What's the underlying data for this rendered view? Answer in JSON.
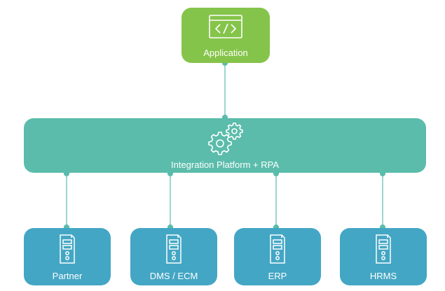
{
  "application": {
    "label": "Application",
    "icon": "code-window-icon",
    "color": "#85c44a"
  },
  "platform": {
    "label": "Integration Platform + RPA",
    "icon": "gears-icon",
    "color": "#5bbcab"
  },
  "systems": [
    {
      "label": "Partner",
      "icon": "server-icon"
    },
    {
      "label": "DMS / ECM",
      "icon": "server-icon"
    },
    {
      "label": "ERP",
      "icon": "server-icon"
    },
    {
      "label": "HRMS",
      "icon": "server-icon"
    }
  ],
  "system_color": "#43a6c4",
  "connector_color": "#5bbcab"
}
